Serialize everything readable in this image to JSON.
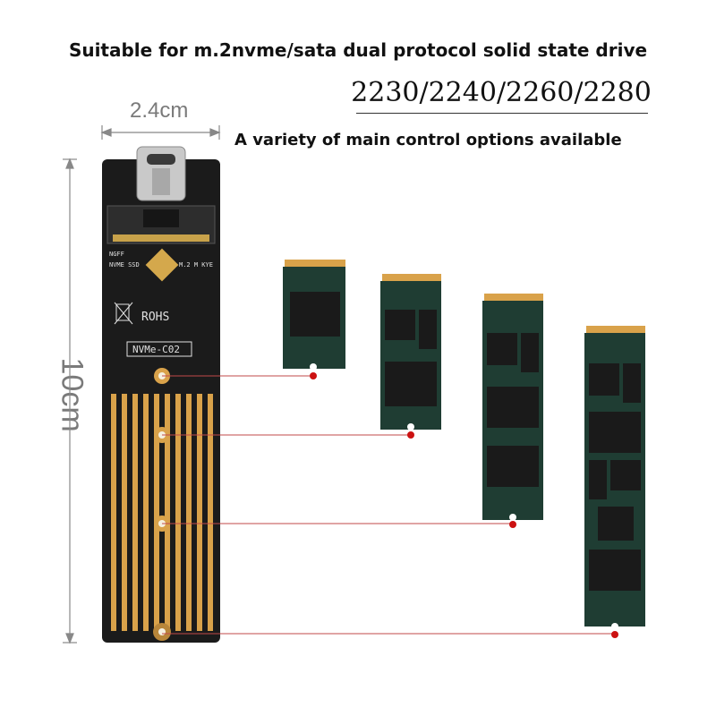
{
  "headline": "Suitable for m.2nvme/sata dual protocol solid state drive",
  "sizes": "2230/2240/2260/2280",
  "subtitle": "A variety of main control options available",
  "dimensions": {
    "width": "2.4cm",
    "height": "10cm"
  },
  "board_labels": {
    "rohs": "ROHS",
    "model": "NVMe-C02",
    "ngff": "NGFF",
    "nvme_ssd": "NVME SSD",
    "m2": "M.2 M KYE"
  },
  "ssd_cards": [
    "2230",
    "2240",
    "2260",
    "2280"
  ],
  "colors": {
    "pcb": "#1b1b1b",
    "ssd": "#1f3d33",
    "gold": "#d9a24a",
    "marker": "#cc1111"
  }
}
